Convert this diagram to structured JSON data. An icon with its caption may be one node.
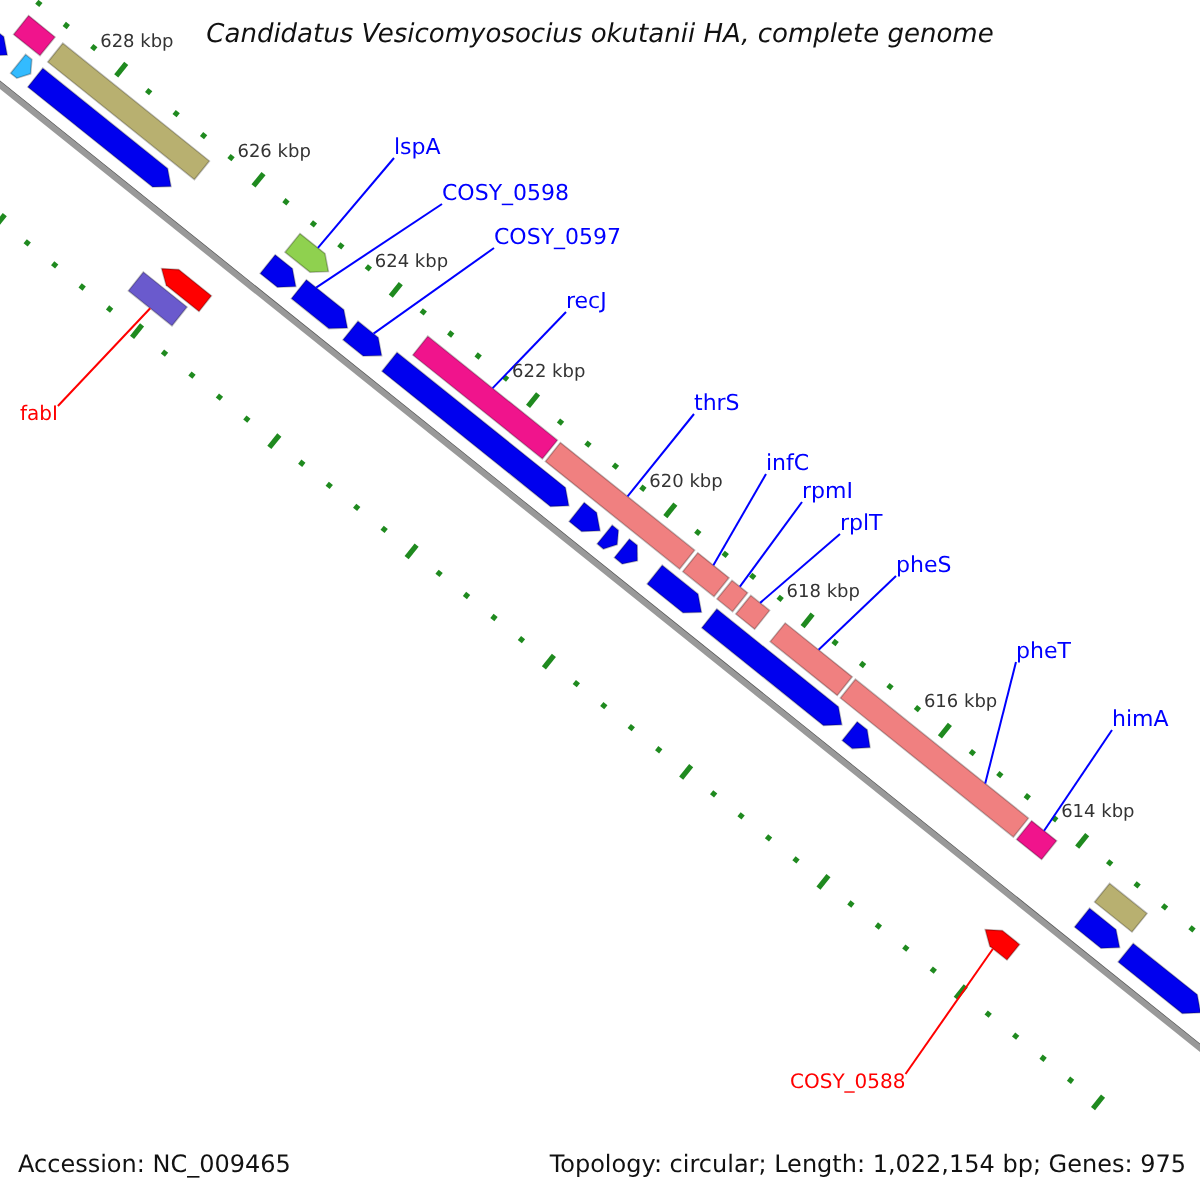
{
  "diagram": {
    "title": "Candidatus Vesicomyosocius okutanii HA, complete genome",
    "nodes": [
      {
        "text": [
          "lspA"
        ]
      },
      {
        "text": [
          "COSY_0598"
        ]
      },
      {
        "text": [
          "COSY_0597"
        ]
      },
      {
        "text": [
          "recJ"
        ]
      },
      {
        "text": [
          "thrS"
        ]
      },
      {
        "text": [
          "infC"
        ]
      },
      {
        "text": [
          "rpmI"
        ]
      },
      {
        "text": [
          "rplT"
        ]
      },
      {
        "text": [
          "pheS"
        ]
      },
      {
        "text": [
          "pheT"
        ]
      },
      {
        "text": [
          "himA"
        ]
      },
      {
        "text": [
          "fabI"
        ]
      },
      {
        "text": [
          "COSY_0588"
        ]
      },
      {
        "text": [],
        "shape": "bar"
      },
      {
        "text": [],
        "shape": "bar"
      },
      {
        "text": [],
        "shape": "bar"
      },
      {
        "text": [],
        "shape": "bar"
      },
      {
        "text": [],
        "shape": "bar"
      },
      {
        "text": [],
        "shape": "bar"
      },
      {
        "text": [],
        "shape": "bar"
      },
      {
        "text": [],
        "shape": "bar"
      },
      {
        "text": [],
        "shape": "bar"
      },
      {
        "text": [],
        "shape": "bar"
      },
      {
        "text": [],
        "shape": "bar"
      },
      {
        "text": [],
        "shape": "bar"
      },
      {
        "text": [],
        "shape": "bar"
      },
      {
        "text": [],
        "shape": "bar"
      },
      {
        "text": [],
        "shape": "bar"
      },
      {
        "text": [],
        "shape": "bar"
      },
      {
        "text": [],
        "shape": "bar"
      },
      {
        "text": [],
        "shape": "bar"
      },
      {
        "text": [],
        "shape": "bar"
      },
      {
        "text": [],
        "shape": "bar"
      },
      {
        "text": [],
        "shape": "bar"
      },
      {
        "text": [],
        "shape": "bar"
      },
      {
        "text": [],
        "shape": "bar"
      },
      {
        "text": [],
        "shape": "bar"
      },
      {
        "text": [],
        "shape": "bar"
      },
      {
        "text": [],
        "shape": "bar"
      },
      {
        "text": [],
        "shape": "bar"
      },
      {
        "text": [],
        "shape": "bar"
      },
      {
        "text": [],
        "shape": "bar"
      },
      {
        "text": [],
        "shape": "bar"
      }
    ],
    "edges": [
      {
        "from": 0,
        "to": 21,
        "arrow": "none"
      },
      {
        "from": 1,
        "to": 22,
        "arrow": "none"
      },
      {
        "from": 2,
        "to": 23,
        "arrow": "none"
      },
      {
        "from": 3,
        "to": 25,
        "arrow": "none"
      },
      {
        "from": 4,
        "to": 26,
        "arrow": "none"
      },
      {
        "from": 5,
        "to": 31,
        "arrow": "none"
      },
      {
        "from": 6,
        "to": 32,
        "arrow": "none"
      },
      {
        "from": 7,
        "to": 34,
        "arrow": "none"
      },
      {
        "from": 8,
        "to": 35,
        "arrow": "none"
      },
      {
        "from": 9,
        "to": 36,
        "arrow": "none"
      },
      {
        "from": 10,
        "to": 38,
        "arrow": "none"
      },
      {
        "from": 11,
        "to": 18,
        "arrow": "none",
        "color": "#ff0000"
      },
      {
        "from": 12,
        "to": 39,
        "arrow": "none",
        "color": "#ff0000"
      }
    ],
    "labels": [
      "628 kbp",
      "626 kbp",
      "624 kbp",
      "622 kbp",
      "620 kbp",
      "618 kbp",
      "616 kbp",
      "614 kbp",
      "Accession: NC_009465",
      "Topology: circular; Length: 1,022,154 bp; Genes: 975"
    ]
  }
}
